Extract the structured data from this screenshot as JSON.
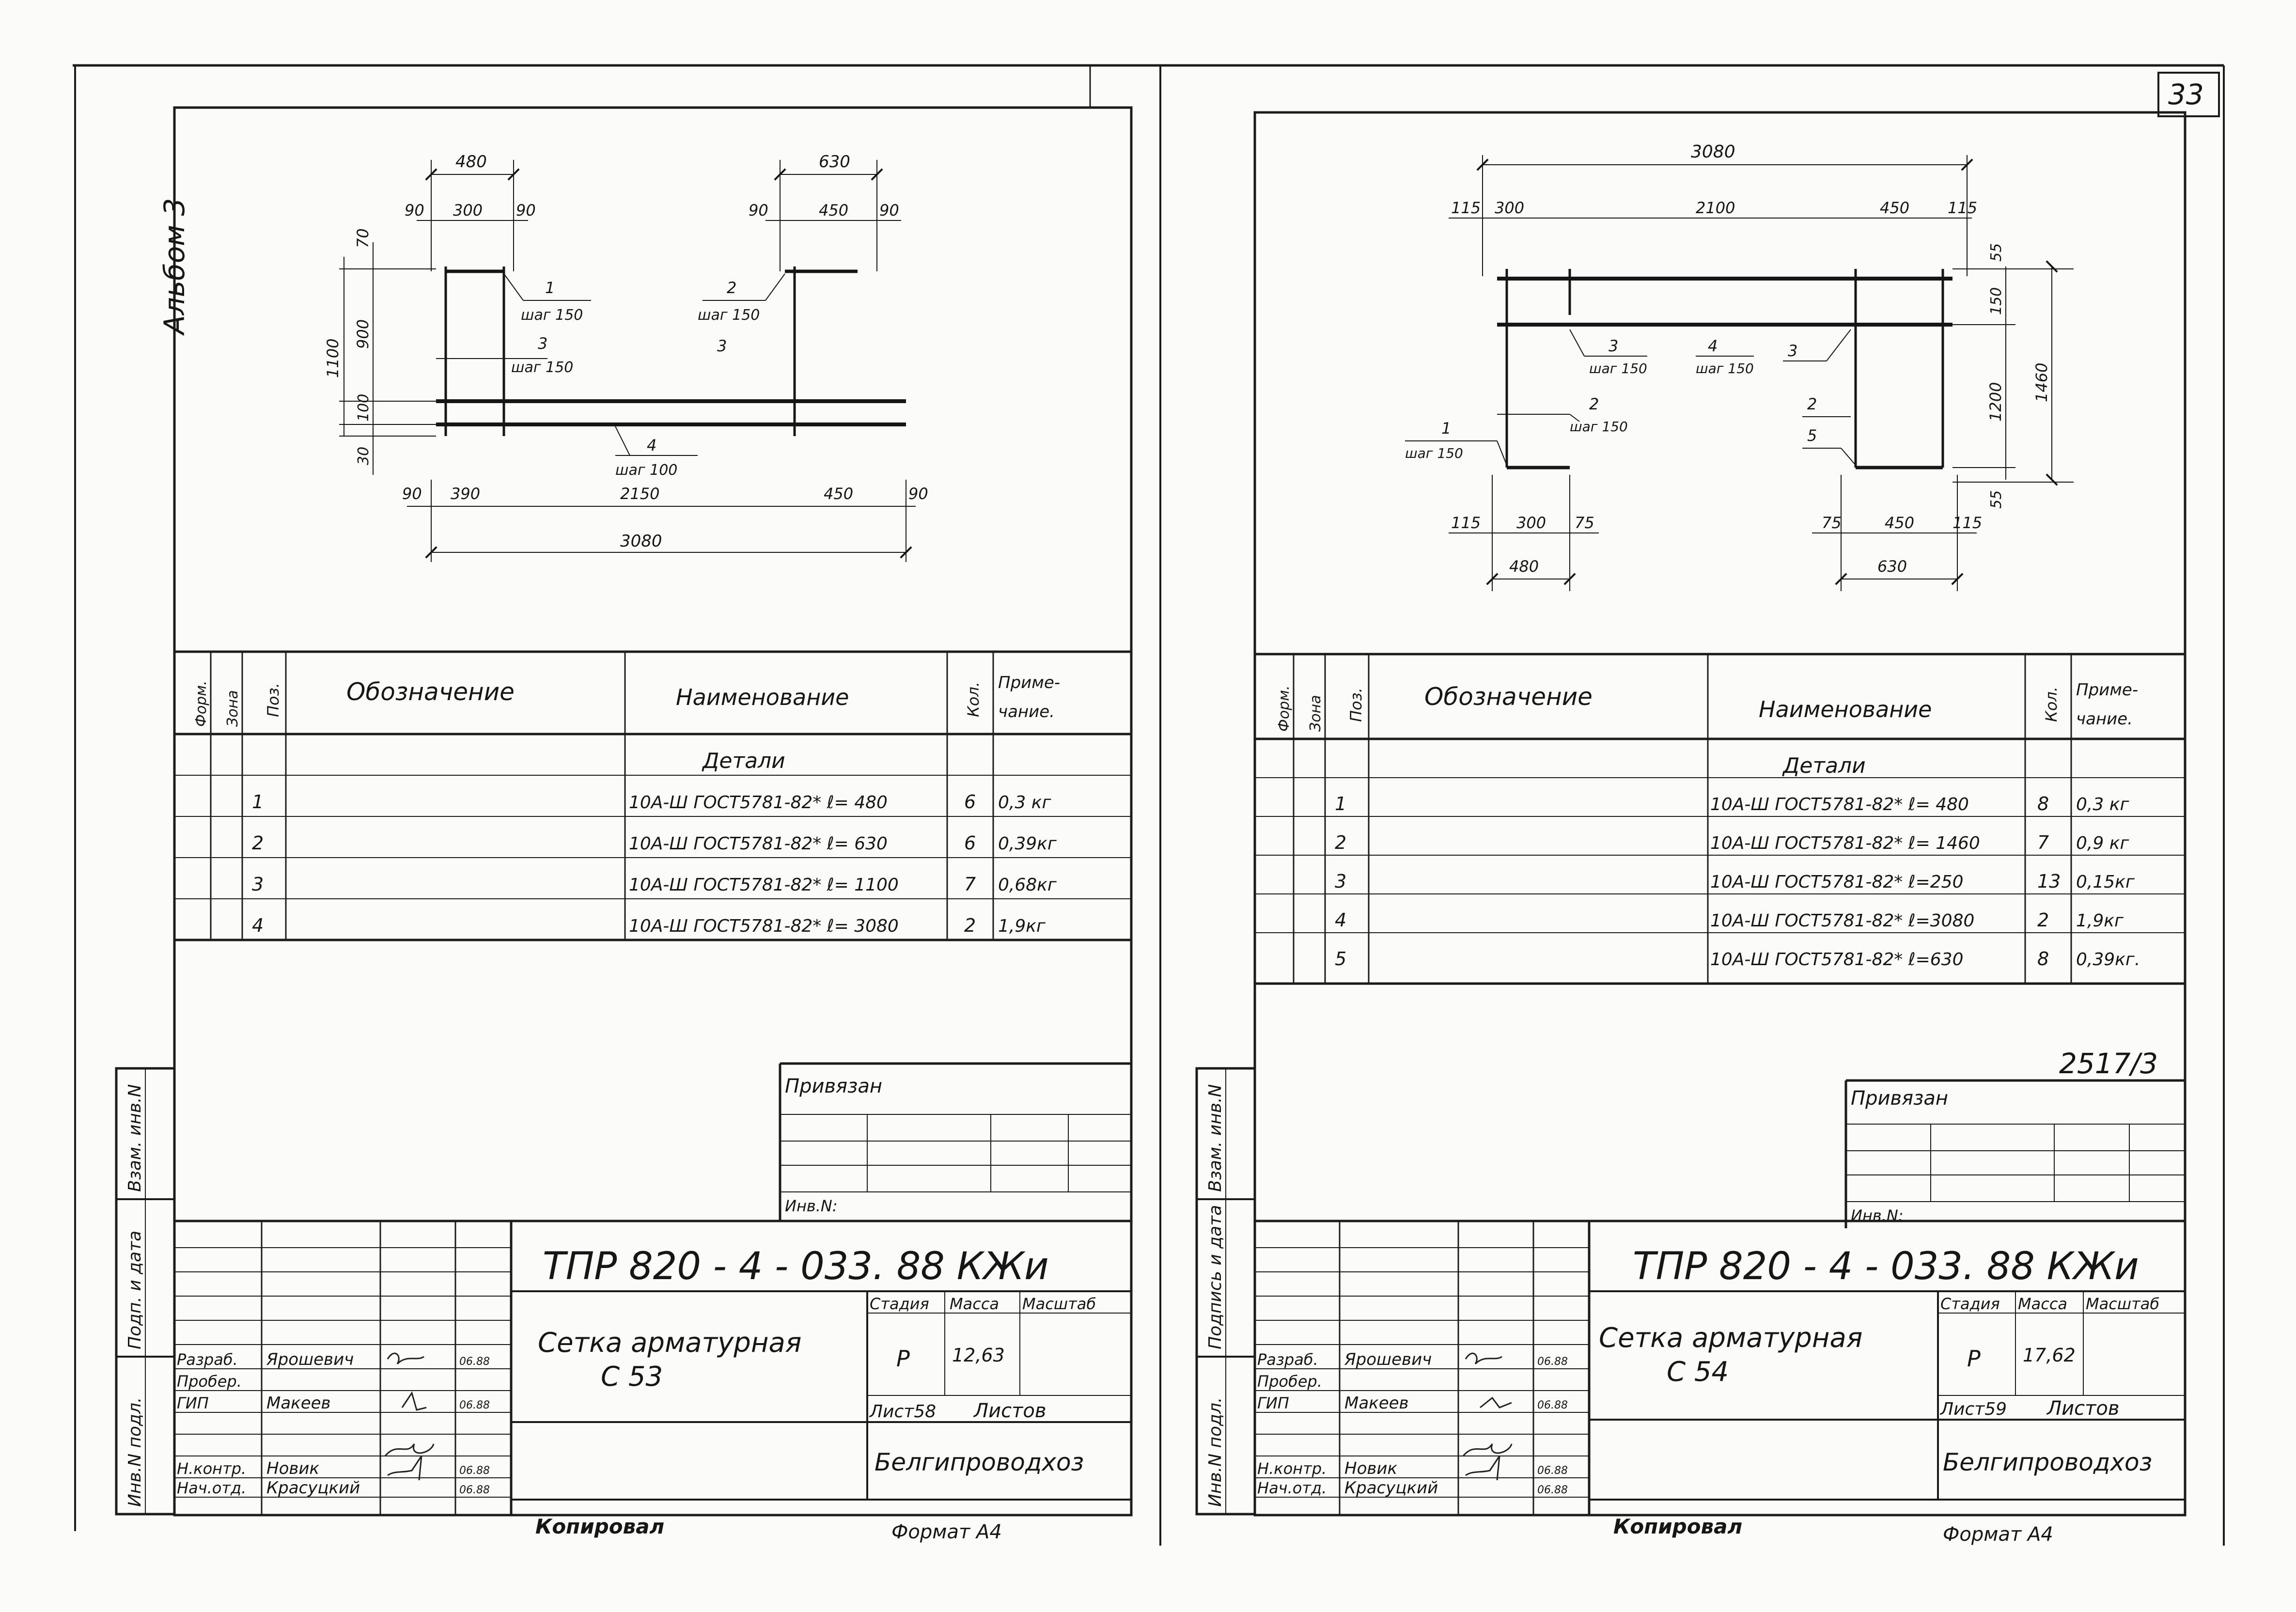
{
  "left_sheet": {
    "album_label": "Альбом 3",
    "drawing": {
      "top_dims": [
        "480",
        "630"
      ],
      "dims_row1": [
        "90",
        "300",
        "90",
        "90",
        "450",
        "90"
      ],
      "left_dims": [
        "1100",
        "70",
        "900",
        "100",
        "30"
      ],
      "labels": {
        "p1": "1",
        "p1_step": "шаг 150",
        "p2": "2",
        "p2_step": "шаг 150",
        "p3": "3",
        "p3_step": "шаг 150",
        "p3b": "3",
        "p4": "4",
        "p4_step": "шаг 100"
      },
      "bottom_dims": [
        "90",
        "390",
        "2150",
        "450",
        "90"
      ],
      "overall": "3080"
    },
    "spec": {
      "headers": {
        "format": "Форм.",
        "zone": "Зона",
        "pos": "Поз.",
        "designation": "Обозначение",
        "name": "Наименование",
        "qty": "Кол.",
        "note": "Приме-чание."
      },
      "section": "Детали",
      "rows": [
        {
          "pos": "1",
          "name": "10А-Ш ГОСТ5781-82* ℓ= 480",
          "qty": "6",
          "note": "0,3 кг"
        },
        {
          "pos": "2",
          "name": "10А-Ш ГОСТ5781-82* ℓ= 630",
          "qty": "6",
          "note": "0,39кг"
        },
        {
          "pos": "3",
          "name": "10А-Ш ГОСТ5781-82* ℓ= 1100",
          "qty": "7",
          "note": "0,68кг"
        },
        {
          "pos": "4",
          "name": "10А-Ш ГОСТ5781-82* ℓ= 3080",
          "qty": "2",
          "note": "1,9кг"
        }
      ]
    },
    "privyazan": "Привязан",
    "inv_no": "Инв.N:",
    "side_labels": [
      "Взам. инв.N",
      "Подп. и дата",
      "Инв.N подл."
    ],
    "title_block": {
      "code": "ТПР 820 - 4 - 033. 88 КЖи",
      "title_line1": "Сетка арматурная",
      "title_line2": "С 53",
      "stage_label": "Стадия",
      "mass_label": "Масса",
      "scale_label": "Масштаб",
      "stage": "Р",
      "mass": "12,63",
      "sheet_label": "Лист58",
      "sheets_label": "Листов",
      "org": "Белгипроводхоз",
      "people": [
        {
          "role": "Разраб.",
          "name": "Ярошевич",
          "date": "06.88"
        },
        {
          "role": "Пробер.",
          "name": "",
          "date": ""
        },
        {
          "role": "ГИП",
          "name": "Макеев",
          "date": "06.88"
        },
        {
          "role": "",
          "name": "",
          "date": ""
        },
        {
          "role": "Н.контр.",
          "name": "Новик",
          "date": "06.88"
        },
        {
          "role": "Нач.отд.",
          "name": "Красуцкий",
          "date": "06.88"
        }
      ]
    },
    "copied": "Копировал",
    "format": "Формат А4"
  },
  "right_sheet": {
    "page_number": "33",
    "drawing": {
      "overall_top": "3080",
      "dims_row1": [
        "115",
        "300",
        "2100",
        "450",
        "115"
      ],
      "right_dims": [
        "55",
        "150",
        "1200",
        "1460",
        "55"
      ],
      "labels": {
        "p3": "3",
        "p3_step": "шаг 150",
        "p4": "4",
        "p4_step": "шаг 150",
        "p3r": "3",
        "p2": "2",
        "p2_step": "шаг 150",
        "p1": "1",
        "p1_step": "шаг 150",
        "p2r": "2",
        "p5": "5"
      },
      "bottom_dims": [
        "115",
        "300",
        "75",
        "75",
        "450",
        "115"
      ],
      "bottom_totals": [
        "480",
        "630"
      ]
    },
    "spec": {
      "headers": {
        "format": "Форм.",
        "zone": "Зона",
        "pos": "Поз.",
        "designation": "Обозначение",
        "name": "Наименование",
        "qty": "Кол.",
        "note": "Приме-чание."
      },
      "section": "Детали",
      "rows": [
        {
          "pos": "1",
          "name": "10А-Ш ГОСТ5781-82* ℓ= 480",
          "qty": "8",
          "note": "0,3 кг"
        },
        {
          "pos": "2",
          "name": "10А-Ш ГОСТ5781-82* ℓ= 1460",
          "qty": "7",
          "note": "0,9 кг"
        },
        {
          "pos": "3",
          "name": "10А-Ш ГОСТ5781-82* ℓ=250",
          "qty": "13",
          "note": "0,15кг"
        },
        {
          "pos": "4",
          "name": "10А-Ш ГОСТ5781-82* ℓ=3080",
          "qty": "2",
          "note": "1,9кг"
        },
        {
          "pos": "5",
          "name": "10А-Ш ГОСТ5781-82* ℓ=630",
          "qty": "8",
          "note": "0,39кг."
        }
      ]
    },
    "album_code": "2517/3",
    "privyazan": "Привязан",
    "inv_no": "Инв.N:",
    "side_labels": [
      "Взам. инв.N",
      "Подпись и дата",
      "Инв.N подл."
    ],
    "title_block": {
      "code": "ТПР 820 - 4 - 033. 88 КЖи",
      "title_line1": "Сетка арматурная",
      "title_line2": "С 54",
      "stage_label": "Стадия",
      "mass_label": "Масса",
      "scale_label": "Масштаб",
      "stage": "Р",
      "mass": "17,62",
      "sheet_label": "Лист59",
      "sheets_label": "Листов",
      "org": "Белгипроводхоз",
      "people": [
        {
          "role": "Разраб.",
          "name": "Ярошевич",
          "date": "06.88"
        },
        {
          "role": "Пробер.",
          "name": "",
          "date": ""
        },
        {
          "role": "ГИП",
          "name": "Макеев",
          "date": "06.88"
        },
        {
          "role": "",
          "name": "",
          "date": ""
        },
        {
          "role": "Н.контр.",
          "name": "Новик",
          "date": "06.88"
        },
        {
          "role": "Нач.отд.",
          "name": "Красуцкий",
          "date": "06.88"
        }
      ]
    },
    "copied": "Копировал",
    "format": "Формат А4"
  }
}
